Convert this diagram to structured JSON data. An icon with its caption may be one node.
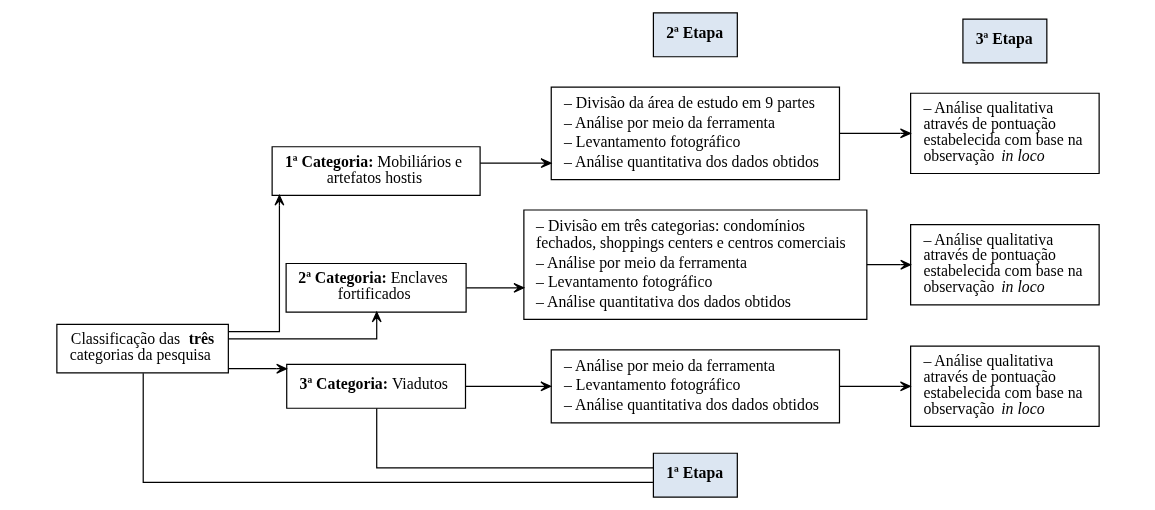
{
  "diagram": {
    "nodes": [
      {
        "text": [
          "Classificação das **três** categorias da pesquisa"
        ]
      },
      {
        "text": [
          "**1ª Categoria:** Mobiliários e artefatos hostis"
        ]
      },
      {
        "text": [
          "**2ª Categoria:** Enclaves fortificados"
        ]
      },
      {
        "text": [
          "**3ª Categoria:** Viadutos"
        ]
      },
      {
        "text": [
          "– Divisão da área de estudo em 9 partes",
          "– Análise por meio da ferramenta",
          "– Levantamento fotográfico",
          "– Análise quantitativa dos dados obtidos"
        ]
      },
      {
        "text": [
          "– Divisão em três categorias: condomínios fechados, shoppings centers e centros comerciais",
          "– Análise por meio da ferramenta",
          "– Levantamento fotográfico",
          "– Análise quantitativa dos dados obtidos"
        ]
      },
      {
        "text": [
          "– Análise por meio da ferramenta",
          "– Levantamento fotográfico",
          "– Análise quantitativa dos dados obtidos"
        ]
      },
      {
        "text": [
          "– Análise qualitativa através de pontuação estabelecida com base na observação *in loco*"
        ]
      },
      {
        "text": [
          "– Análise qualitativa através de pontuação estabelecida com base na observação *in loco*"
        ]
      },
      {
        "text": [
          "– Análise qualitativa através de pontuação estabelecida com base na observação *in loco*"
        ]
      },
      {
        "text": [
          "1ª Etapa"
        ]
      },
      {
        "text": [
          "2ª Etapa"
        ]
      },
      {
        "text": [
          "3ª Etapa"
        ]
      }
    ],
    "edges": [
      {
        "from": 0,
        "to": 1,
        "arrow": "to"
      },
      {
        "from": 0,
        "to": 2,
        "arrow": "to"
      },
      {
        "from": 0,
        "to": 3,
        "arrow": "to"
      },
      {
        "from": 0,
        "to": 10,
        "arrow": "none"
      },
      {
        "from": 3,
        "to": 10,
        "arrow": "none"
      },
      {
        "from": 1,
        "to": 4,
        "arrow": "to"
      },
      {
        "from": 2,
        "to": 5,
        "arrow": "to"
      },
      {
        "from": 3,
        "to": 6,
        "arrow": "to"
      },
      {
        "from": 4,
        "to": 7,
        "arrow": "to"
      },
      {
        "from": 5,
        "to": 8,
        "arrow": "to"
      },
      {
        "from": 6,
        "to": 9,
        "arrow": "to"
      }
    ]
  }
}
